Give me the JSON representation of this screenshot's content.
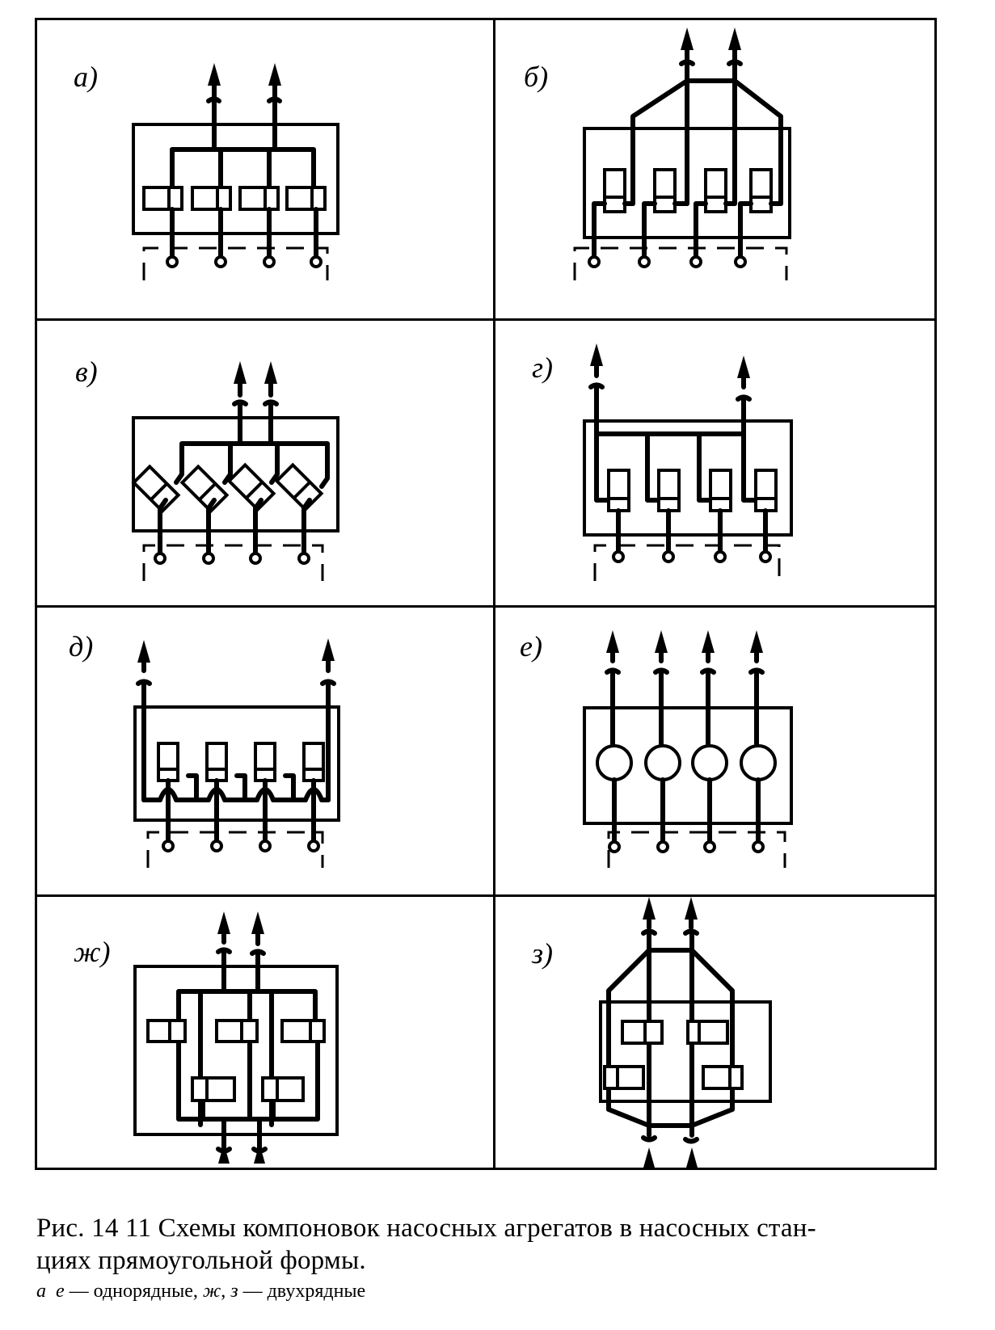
{
  "figure": {
    "panels": [
      {
        "id": "a",
        "label": "а)",
        "rows": 1,
        "units": 4,
        "unit_shape": "horizontal-rect",
        "outlets": 2,
        "inlets": 4
      },
      {
        "id": "b",
        "label": "б)",
        "rows": 1,
        "units": 4,
        "unit_shape": "vertical-rect",
        "outlets": 2,
        "inlets": 4
      },
      {
        "id": "v",
        "label": "в)",
        "rows": 1,
        "units": 4,
        "unit_shape": "diagonal-rect",
        "outlets": 2,
        "inlets": 4
      },
      {
        "id": "g",
        "label": "г)",
        "rows": 1,
        "units": 4,
        "unit_shape": "vertical-rect",
        "outlets": 2,
        "inlets": 4
      },
      {
        "id": "d",
        "label": "д)",
        "rows": 1,
        "units": 4,
        "unit_shape": "vertical-rect",
        "outlets": 2,
        "inlets": 4
      },
      {
        "id": "e",
        "label": "е)",
        "rows": 1,
        "units": 4,
        "unit_shape": "circle",
        "outlets": 4,
        "inlets": 4
      },
      {
        "id": "zh",
        "label": "ж)",
        "rows": 2,
        "units": 5,
        "unit_shape": "horizontal-rect",
        "outlets": 2,
        "inlets": 2
      },
      {
        "id": "z",
        "label": "з)",
        "rows": 2,
        "units": 4,
        "unit_shape": "horizontal-rect",
        "outlets": 2,
        "inlets": 2
      }
    ]
  },
  "caption": {
    "title_line1": "Рис. 14 11  Схемы компоновок насосных агрегатов в насосных стан-",
    "title_line2": "циях прямоугольной формы.",
    "legend_a": "а",
    "legend_e": "е",
    "legend_single": " — однорядные, ",
    "legend_zh": "ж",
    "legend_sep": ", ",
    "legend_z": "з",
    "legend_double": " — двухрядные"
  }
}
